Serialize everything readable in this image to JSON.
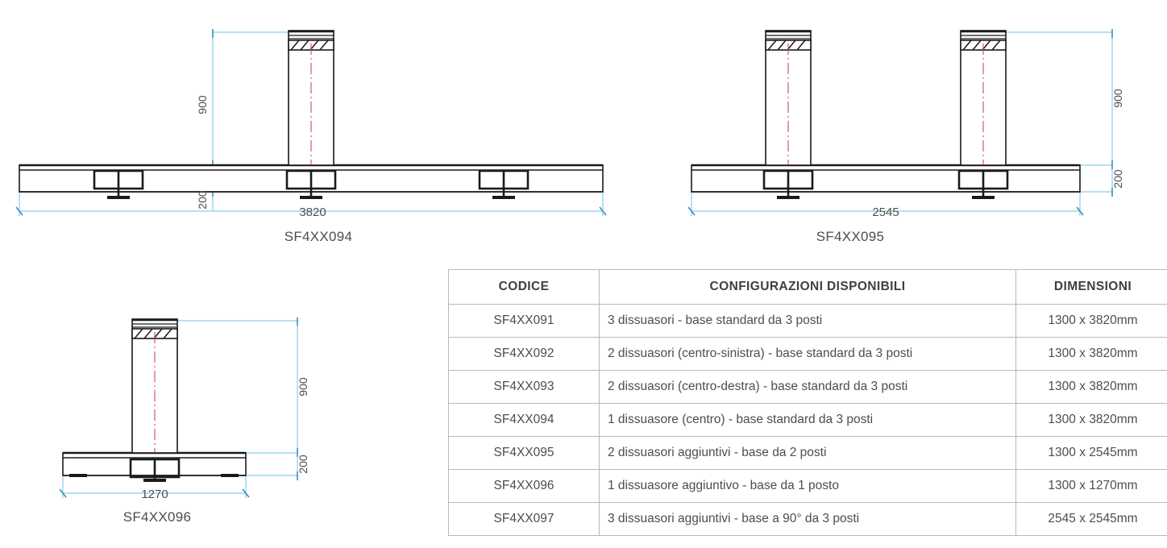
{
  "page": {
    "background": "#ffffff",
    "line_color": "#1a1a1a",
    "dimension_color": "#69c3e8",
    "axis_color": "#d4494f",
    "text_color": "#4d4d4d"
  },
  "drawings": [
    {
      "id": "sf4xx094",
      "caption": "SF4XX094",
      "bollards": 1,
      "bollard_positions": [
        "center"
      ],
      "base_slots": 3,
      "dim_height": "900",
      "dim_base_height": "200",
      "dim_width": "3820",
      "dim_width_units": "mm"
    },
    {
      "id": "sf4xx095",
      "caption": "SF4XX095",
      "bollards": 2,
      "bollard_positions": [
        "left",
        "right"
      ],
      "base_slots": 2,
      "dim_height": "900",
      "dim_base_height": "200",
      "dim_width": "2545",
      "dim_width_units": "mm"
    },
    {
      "id": "sf4xx096",
      "caption": "SF4XX096",
      "bollards": 1,
      "bollard_positions": [
        "center"
      ],
      "base_slots": 1,
      "dim_height": "900",
      "dim_base_height": "200",
      "dim_width": "1270",
      "dim_width_units": "mm"
    }
  ],
  "table": {
    "headers": {
      "code": "CODICE",
      "config": "CONFIGURAZIONI DISPONIBILI",
      "dimensions": "DIMENSIONI"
    },
    "rows": [
      {
        "code": "SF4XX091",
        "config": "3 dissuasori - base standard da 3 posti",
        "dimensions": "1300 x 3820mm"
      },
      {
        "code": "SF4XX092",
        "config": "2 dissuasori (centro-sinistra) - base standard da 3 posti",
        "dimensions": "1300 x 3820mm"
      },
      {
        "code": "SF4XX093",
        "config": "2 dissuasori (centro-destra) - base standard da 3 posti",
        "dimensions": "1300 x 3820mm"
      },
      {
        "code": "SF4XX094",
        "config": "1 dissuasore (centro) - base standard da 3 posti",
        "dimensions": "1300 x 3820mm"
      },
      {
        "code": "SF4XX095",
        "config": "2 dissuasori aggiuntivi - base da 2 posti",
        "dimensions": "1300 x 2545mm"
      },
      {
        "code": "SF4XX096",
        "config": "1 dissuasore aggiuntivo - base da 1 posto",
        "dimensions": "1300 x 1270mm"
      },
      {
        "code": "SF4XX097",
        "config": "3 dissuasori aggiuntivi - base a 90° da 3 posti",
        "dimensions": "2545 x 2545mm"
      }
    ]
  }
}
